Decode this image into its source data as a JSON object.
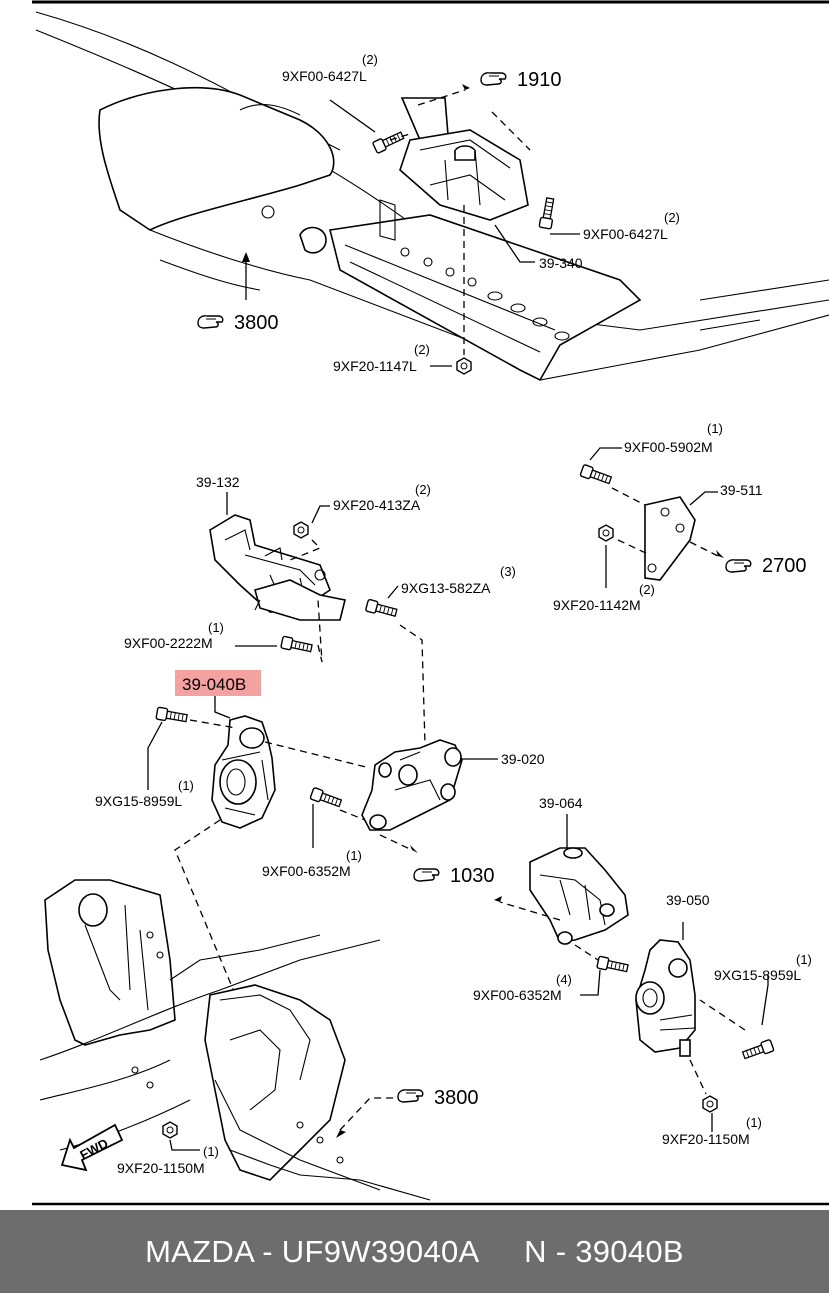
{
  "diagram": {
    "labels": {
      "bolt_top_left": {
        "qty": "(2)",
        "pn": "9XF00-6427L"
      },
      "bolt_top_right": {
        "qty": "(2)",
        "pn": "9XF00-6427L"
      },
      "mount_top": "39-340",
      "nut_top": {
        "qty": "(2)",
        "pn": "9XF20-1147L"
      },
      "bracket_132": "39-132",
      "nut_413": {
        "qty": "(2)",
        "pn": "9XF20-413ZA"
      },
      "bolt_582": {
        "qty": "(3)",
        "pn": "9XG13-582ZA"
      },
      "bolt_2222": {
        "qty": "(1)",
        "pn": "9XF00-2222M"
      },
      "highlight_part": "39-040B",
      "bolt_8959_left": {
        "qty": "(1)",
        "pn": "9XG15-8959L"
      },
      "bracket_020": "39-020",
      "bolt_6352_mid": {
        "qty": "(1)",
        "pn": "9XF00-6352M"
      },
      "bolt_5902": {
        "qty": "(1)",
        "pn": "9XF00-5902M"
      },
      "plate_511": "39-511",
      "nut_1142": {
        "qty": "(2)",
        "pn": "9XF20-1142M"
      },
      "bracket_064": "39-064",
      "mount_050": "39-050",
      "bolt_8959_right": {
        "qty": "(1)",
        "pn": "9XG15-8959L"
      },
      "bolt_6352_right": {
        "qty": "(4)",
        "pn": "9XF00-6352M"
      },
      "nut_1150_right": {
        "qty": "(1)",
        "pn": "9XF20-1150M"
      },
      "nut_1150_left": {
        "qty": "(1)",
        "pn": "9XF20-1150M"
      },
      "fwd": "FWD"
    },
    "references": {
      "ref_1910": "1910",
      "ref_3800_top": "3800",
      "ref_2700": "2700",
      "ref_1030": "1030",
      "ref_3800_bottom": "3800"
    },
    "colors": {
      "highlight": "#f4a1a1",
      "footer_bg": "#6d6d6d",
      "footer_text": "#ffffff"
    }
  },
  "footer": {
    "left": "MAZDA - UF9W39040A",
    "right": "N - 39040B"
  }
}
